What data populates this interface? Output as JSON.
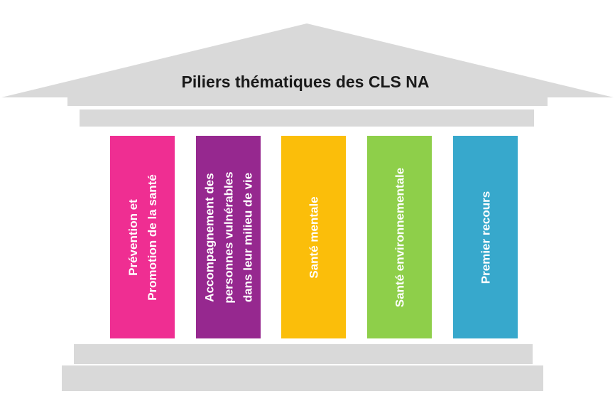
{
  "title": "Piliers thématiques des CLS NA",
  "colors": {
    "structure": "#d9d9d9",
    "text_dark": "#1a1a1a",
    "pillar_text": "#ffffff"
  },
  "pillars": [
    {
      "label": "Prévention et\nPromotion de la santé",
      "color": "#ef2e92"
    },
    {
      "label": "Accompagnement des\npersonnes vulnérables\ndans leur milieu de vie",
      "color": "#96288f"
    },
    {
      "label": "Santé mentale",
      "color": "#fbbe0a"
    },
    {
      "label": "Santé environnementale",
      "color": "#8ecf4a"
    },
    {
      "label": "Premier recours",
      "color": "#37a8cc"
    }
  ]
}
